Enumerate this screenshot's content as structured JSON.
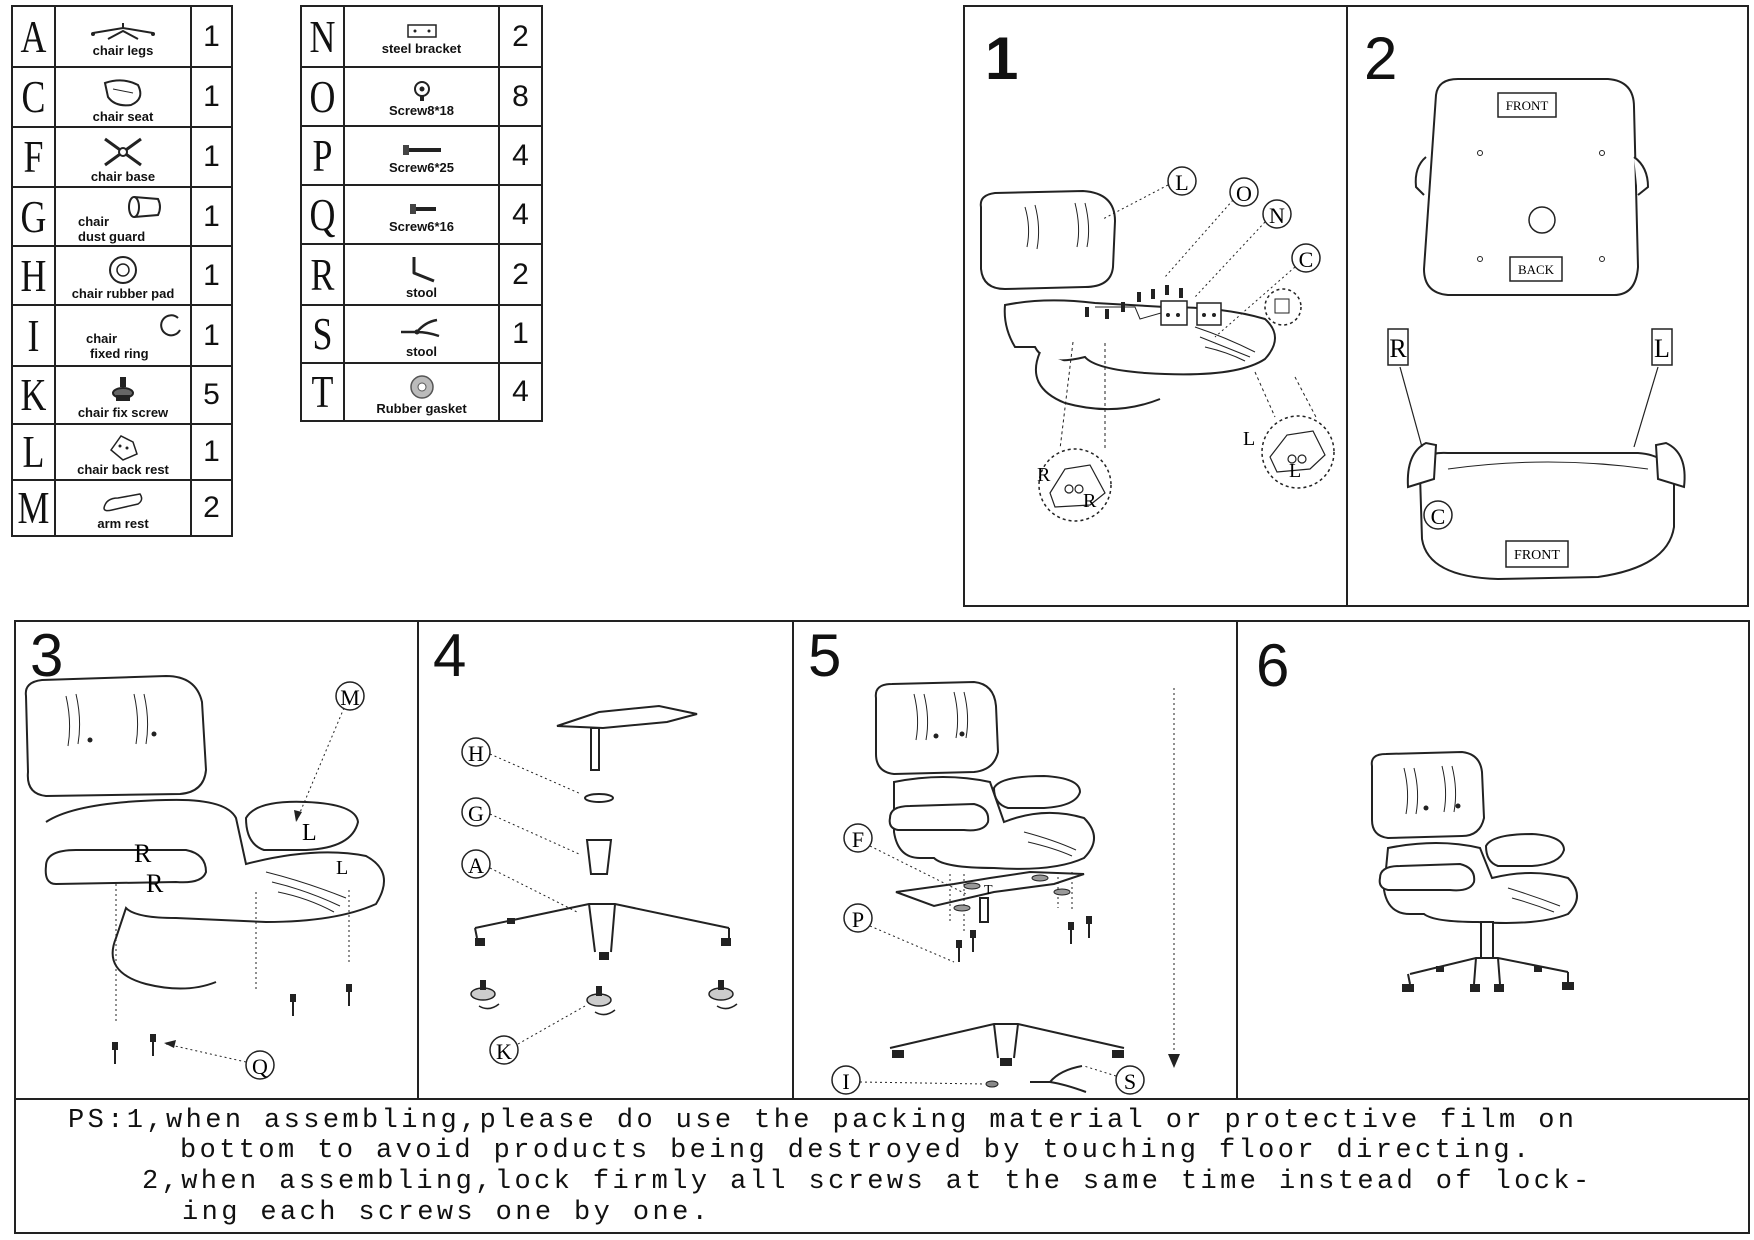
{
  "parts_left": [
    {
      "letter": "A",
      "name": "chair legs",
      "qty": "1",
      "icon": "chair-legs-icon"
    },
    {
      "letter": "C",
      "name": "chair seat",
      "qty": "1",
      "icon": "chair-seat-icon"
    },
    {
      "letter": "F",
      "name": "chair base",
      "qty": "1",
      "icon": "chair-base-icon"
    },
    {
      "letter": "G",
      "name_line1": "chair",
      "name_line2": "dust guard",
      "qty": "1",
      "icon": "dust-guard-icon"
    },
    {
      "letter": "H",
      "name": "chair rubber pad",
      "qty": "1",
      "icon": "rubber-pad-icon"
    },
    {
      "letter": "I",
      "name_line1": "chair",
      "name_line2": "fixed ring",
      "qty": "1",
      "icon": "fixed-ring-icon"
    },
    {
      "letter": "K",
      "name": "chair fix screw",
      "qty": "5",
      "icon": "fix-screw-icon"
    },
    {
      "letter": "L",
      "name": "chair back rest",
      "qty": "1",
      "icon": "back-rest-icon"
    },
    {
      "letter": "M",
      "name": "arm rest",
      "qty": "2",
      "icon": "arm-rest-icon"
    }
  ],
  "parts_right": [
    {
      "letter": "N",
      "name": "steel bracket",
      "qty": "2",
      "icon": "steel-bracket-icon"
    },
    {
      "letter": "O",
      "name": "Screw8*18",
      "qty": "8",
      "icon": "screw-8x18-icon"
    },
    {
      "letter": "P",
      "name": "Screw6*25",
      "qty": "4",
      "icon": "screw-6x25-icon"
    },
    {
      "letter": "Q",
      "name": "Screw6*16",
      "qty": "4",
      "icon": "screw-6x16-icon"
    },
    {
      "letter": "R",
      "name": "stool",
      "qty": "2",
      "icon": "hex-key-icon"
    },
    {
      "letter": "S",
      "name": "stool",
      "qty": "1",
      "icon": "pliers-icon"
    },
    {
      "letter": "T",
      "name": "Rubber gasket",
      "qty": "4",
      "icon": "rubber-gasket-icon"
    }
  ],
  "steps": {
    "s1": {
      "num": "1",
      "callouts": [
        "L",
        "O",
        "N",
        "C"
      ],
      "detail_left": [
        "R",
        "R"
      ],
      "detail_right": [
        "L",
        "L"
      ]
    },
    "s2": {
      "num": "2",
      "front_top": "FRONT",
      "back": "BACK",
      "front_bottom": "FRONT",
      "label_r": "R",
      "label_l": "L",
      "label_c": "C"
    },
    "s3": {
      "num": "3",
      "callouts": [
        "M",
        "Q"
      ],
      "seat_letters": [
        "L",
        "R",
        "R",
        "L"
      ]
    },
    "s4": {
      "num": "4",
      "callouts": [
        "H",
        "G",
        "A",
        "K"
      ]
    },
    "s5": {
      "num": "5",
      "callouts": [
        "F",
        "P",
        "I",
        "S"
      ],
      "gasket_letter": "T"
    },
    "s6": {
      "num": "6"
    }
  },
  "notes": {
    "line1": "PS:1,when assembling,please do use the packing material or protective film on",
    "line2": "bottom to avoid products being destroyed by touching floor directing.",
    "line3": "2,when assembling,lock firmly all screws at the same time instead of lock-",
    "line4": "ing each screws one by one."
  }
}
